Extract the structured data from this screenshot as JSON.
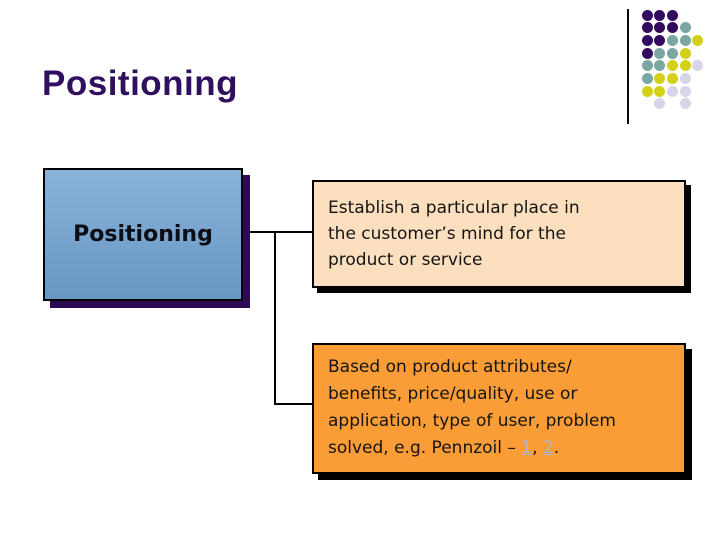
{
  "slide": {
    "title": "Positioning",
    "background": "#ffffff"
  },
  "flowchart": {
    "source_box": {
      "label": "Positioning"
    },
    "definition_box": {
      "lines": [
        "Establish a particular place in",
        "the customer’s mind for the",
        "product or service"
      ]
    },
    "basis_box": {
      "lines": [
        "Based on product attributes/",
        "benefits, price/quality, use or",
        "application, type of user, problem"
      ],
      "last_line_prefix": "solved, e.g. Pennzoil – ",
      "link1_label": "1",
      "link_separator": ", ",
      "link2_label": "2",
      "last_line_suffix": "."
    }
  },
  "decoration": {
    "dot_colors": {
      "P": "#320a5f",
      "T": "#7ba7a3",
      "Y": "#d2d117",
      "L": "#d6d6e8"
    },
    "dot_pattern": [
      "PPP..",
      "PPPT.",
      "PPTTY",
      "PTTY.",
      "TTYYL",
      "TYYL.",
      "YYLL.",
      ".L.L."
    ]
  },
  "colors": {
    "title": "#2f0f5e",
    "source_box_fill_top": "#8ab2d9",
    "source_box_fill_bottom": "#6997c3",
    "source_box_shadow": "#2e0a54",
    "definition_box_fill": "#fbdfbe",
    "basis_box_fill": "#fb9d37",
    "box_border": "#000000",
    "connector": "#000000",
    "link": "#a7b6d4"
  }
}
